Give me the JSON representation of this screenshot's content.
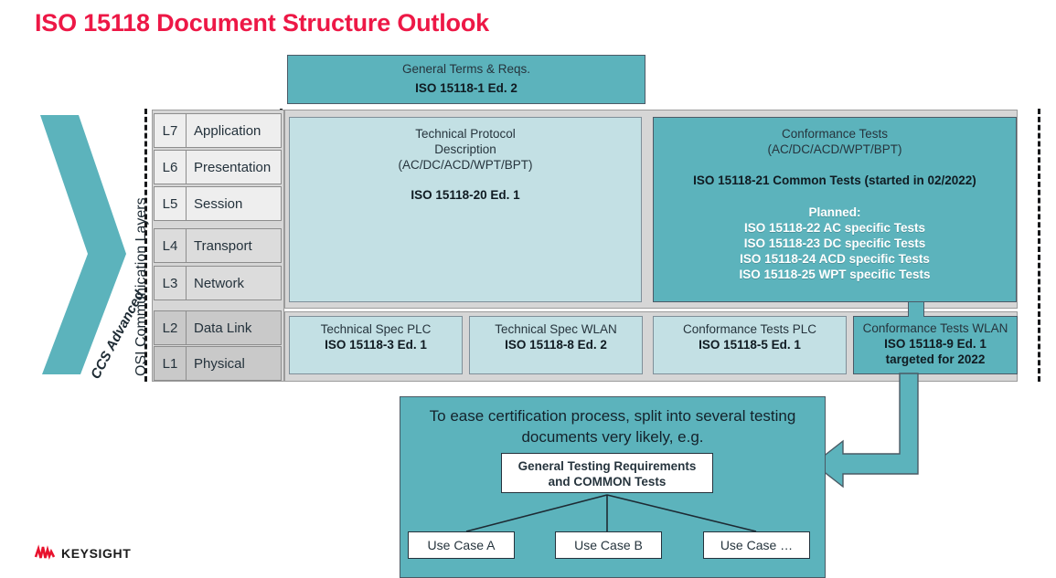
{
  "slide": {
    "title": "ISO 15118 Document Structure Outlook",
    "title_color": "#ed1846",
    "background": "#ffffff"
  },
  "palette": {
    "teal": "#5cb3bc",
    "light_blue": "#c3e0e4",
    "plate_gray": "#d6d6d6",
    "layer_light": "#eeeeee",
    "layer_medium": "#dcdcdc",
    "layer_dark": "#c9c9c9",
    "text_dark": "#1d2a33",
    "white": "#ffffff"
  },
  "side_labels": {
    "chevron": "CCS Advanced",
    "osi": "OSI Communication Layers"
  },
  "osi_layers": [
    {
      "id": "L7",
      "name": "Application"
    },
    {
      "id": "L6",
      "name": "Presentation"
    },
    {
      "id": "L5",
      "name": "Session"
    },
    {
      "id": "L4",
      "name": "Transport"
    },
    {
      "id": "L3",
      "name": "Network"
    },
    {
      "id": "L2",
      "name": "Data Link"
    },
    {
      "id": "L1",
      "name": "Physical"
    }
  ],
  "top_box": {
    "line1": "General Terms & Reqs.",
    "line2": "ISO 15118-1 Ed. 2"
  },
  "protocol_box": {
    "line1": "Technical Protocol",
    "line2": "Description",
    "line3": "(AC/DC/ACD/WPT/BPT)",
    "line4": "ISO 15118-20 Ed. 1"
  },
  "conformance_box": {
    "line1": "Conformance Tests",
    "line2": "(AC/DC/ACD/WPT/BPT)",
    "line3": "ISO 15118-21 Common Tests (started in 02/2022)",
    "planned_label": "Planned:",
    "planned": [
      "ISO 15118-22 AC specific Tests",
      "ISO 15118-23 DC specific Tests",
      "ISO 15118-24 ACD specific Tests",
      "ISO 15118-25 WPT specific Tests"
    ]
  },
  "lower_boxes": [
    {
      "line1": "Technical Spec PLC",
      "line2": "ISO 15118-3 Ed. 1",
      "line3": "",
      "style": "lightblue"
    },
    {
      "line1": "Technical Spec WLAN",
      "line2": "ISO 15118-8 Ed. 2",
      "line3": "",
      "style": "lightblue"
    },
    {
      "line1": "Conformance Tests PLC",
      "line2": "ISO 15118-5 Ed. 1",
      "line3": "",
      "style": "lightblue"
    },
    {
      "line1": "Conformance Tests WLAN",
      "line2": "ISO 15118-9 Ed. 1",
      "line3": "targeted for 2022",
      "style": "teal"
    }
  ],
  "bottom_panel": {
    "headline_line1": "To ease certification process, split into several testing",
    "headline_line2": "documents very likely, e.g.",
    "parent_box": {
      "line1": "General Testing Requirements",
      "line2": "and COMMON Tests"
    },
    "use_cases": [
      {
        "label": "Use Case A"
      },
      {
        "label": "Use Case B"
      },
      {
        "label": "Use Case …"
      }
    ]
  },
  "logo": {
    "text": "KEYSIGHT",
    "mark_color": "#e8112d"
  }
}
